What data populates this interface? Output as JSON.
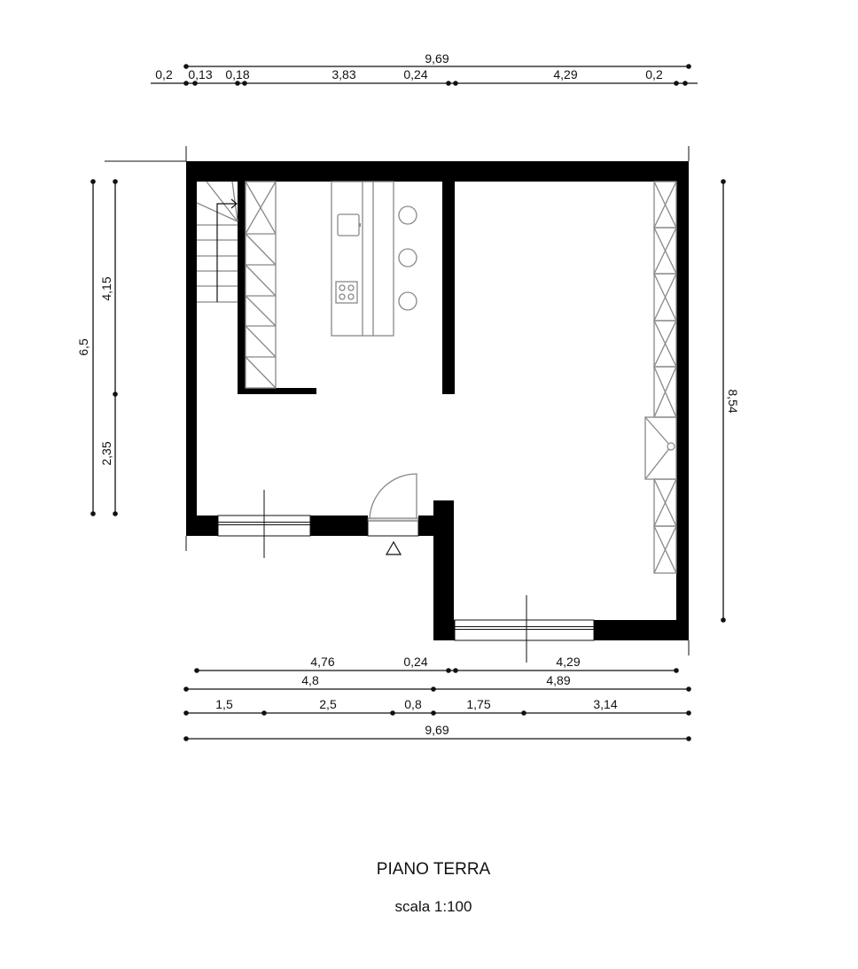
{
  "drawing": {
    "title": "PIANO TERRA",
    "scale": "scala 1:100"
  },
  "dimensions": {
    "top_total": "9,69",
    "top_chain": [
      "0,2",
      "0,13",
      "0,18",
      "3,83",
      "0,24",
      "4,29",
      "0,2"
    ],
    "left_total": "6,5",
    "left_chain": [
      "4,15",
      "2,35"
    ],
    "right_total": "8,54",
    "bottom_row1": [
      "4,76",
      "0,24",
      "4,29"
    ],
    "bottom_row2": [
      "4,8",
      "4,89"
    ],
    "bottom_row3": [
      "1,5",
      "2,5",
      "0,8",
      "1,75",
      "3,14"
    ],
    "bottom_total": "9,69"
  },
  "symbols": {
    "entrance": "entrance-triangle-icon",
    "stairs": "stairs-arrow-icon",
    "wall_color": "#000000",
    "furniture_color": "#888888"
  }
}
